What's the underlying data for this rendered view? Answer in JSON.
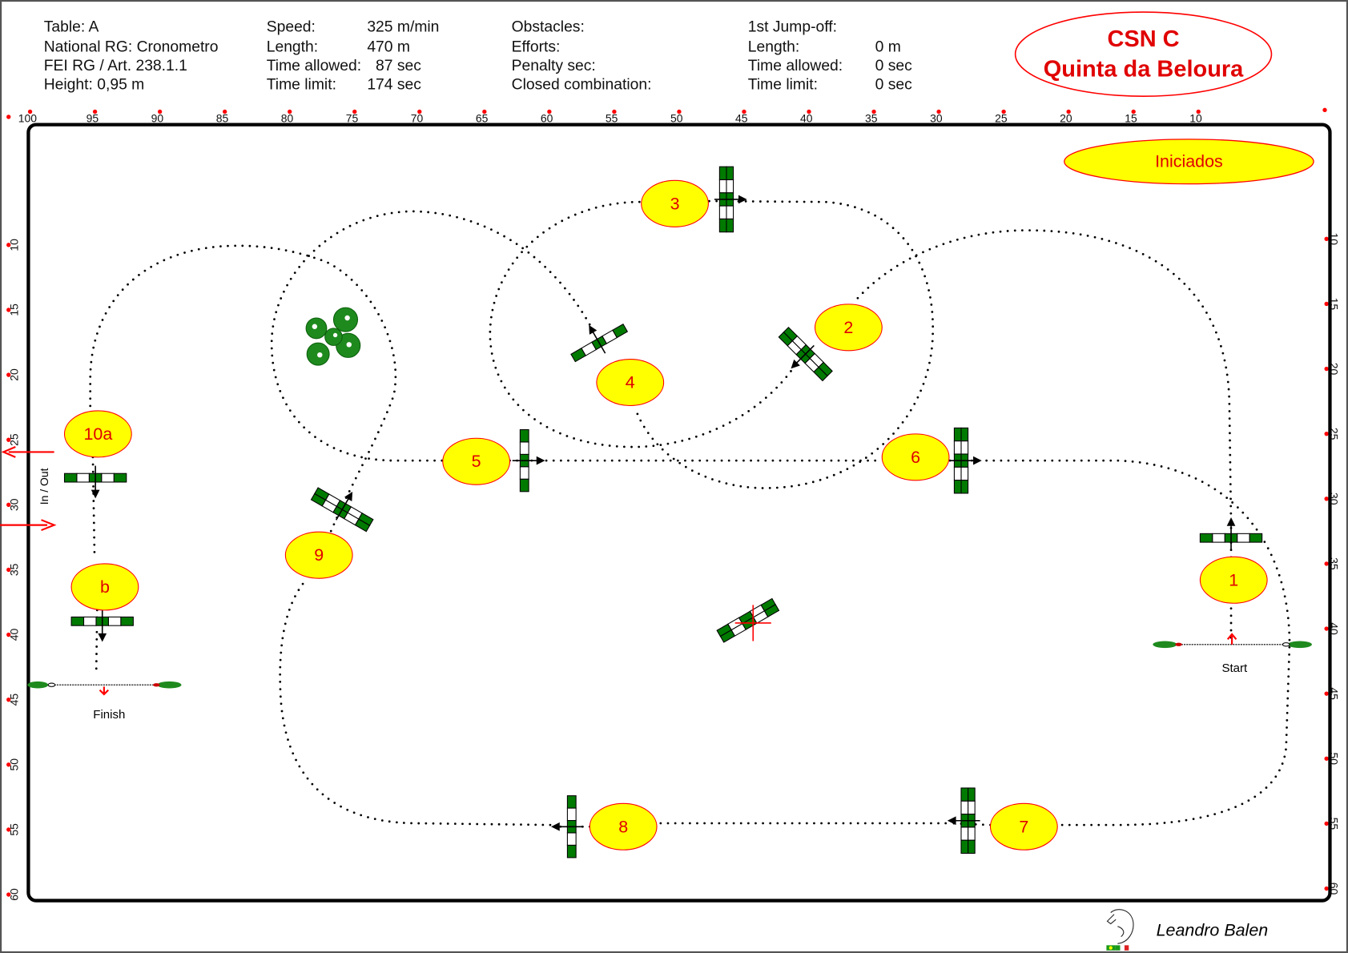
{
  "header": {
    "col1": [
      "Table: A",
      "National RG: Cronometro",
      "FEI RG / Art. 238.1.1",
      "Height: 0,95 m"
    ],
    "col2_labels": [
      "Speed:",
      "Length:",
      "Time allowed:",
      "Time limit:"
    ],
    "col2_values": [
      "325 m/min",
      "470 m",
      "87 sec",
      "174 sec"
    ],
    "col3_labels": [
      "Obstacles:",
      "Efforts:",
      "Penalty sec:",
      "Closed combination:"
    ],
    "col4_labels": [
      "1st Jump-off:",
      "Length:",
      "Time allowed:",
      "Time limit:"
    ],
    "col4_values": [
      "",
      "0 m",
      "0 sec",
      "0 sec"
    ]
  },
  "event": {
    "line1": "CSN C",
    "line2": "Quinta da Beloura"
  },
  "category_badge": "Iniciados",
  "ruler": {
    "top": [
      "100",
      "95",
      "90",
      "85",
      "80",
      "75",
      "70",
      "65",
      "60",
      "55",
      "50",
      "45",
      "40",
      "35",
      "30",
      "25",
      "20",
      "15",
      "10"
    ],
    "side": [
      "10",
      "15",
      "20",
      "25",
      "30",
      "35",
      "40",
      "45",
      "50",
      "55",
      "60"
    ]
  },
  "jumps": {
    "j1": "1",
    "j2": "2",
    "j3": "3",
    "j4": "4",
    "j5": "5",
    "j6": "6",
    "j7": "7",
    "j8": "8",
    "j9": "9",
    "j10a": "10a",
    "j10b": "b"
  },
  "start_label": "Start",
  "finish_label": "Finish",
  "in_out_label": "In / Out",
  "designer": "Leandro Balen",
  "colors": {
    "badge_fill": "#ffff00",
    "badge_stroke": "#ff0000",
    "label_text": "#e00000",
    "pole_green": "#007a00"
  }
}
